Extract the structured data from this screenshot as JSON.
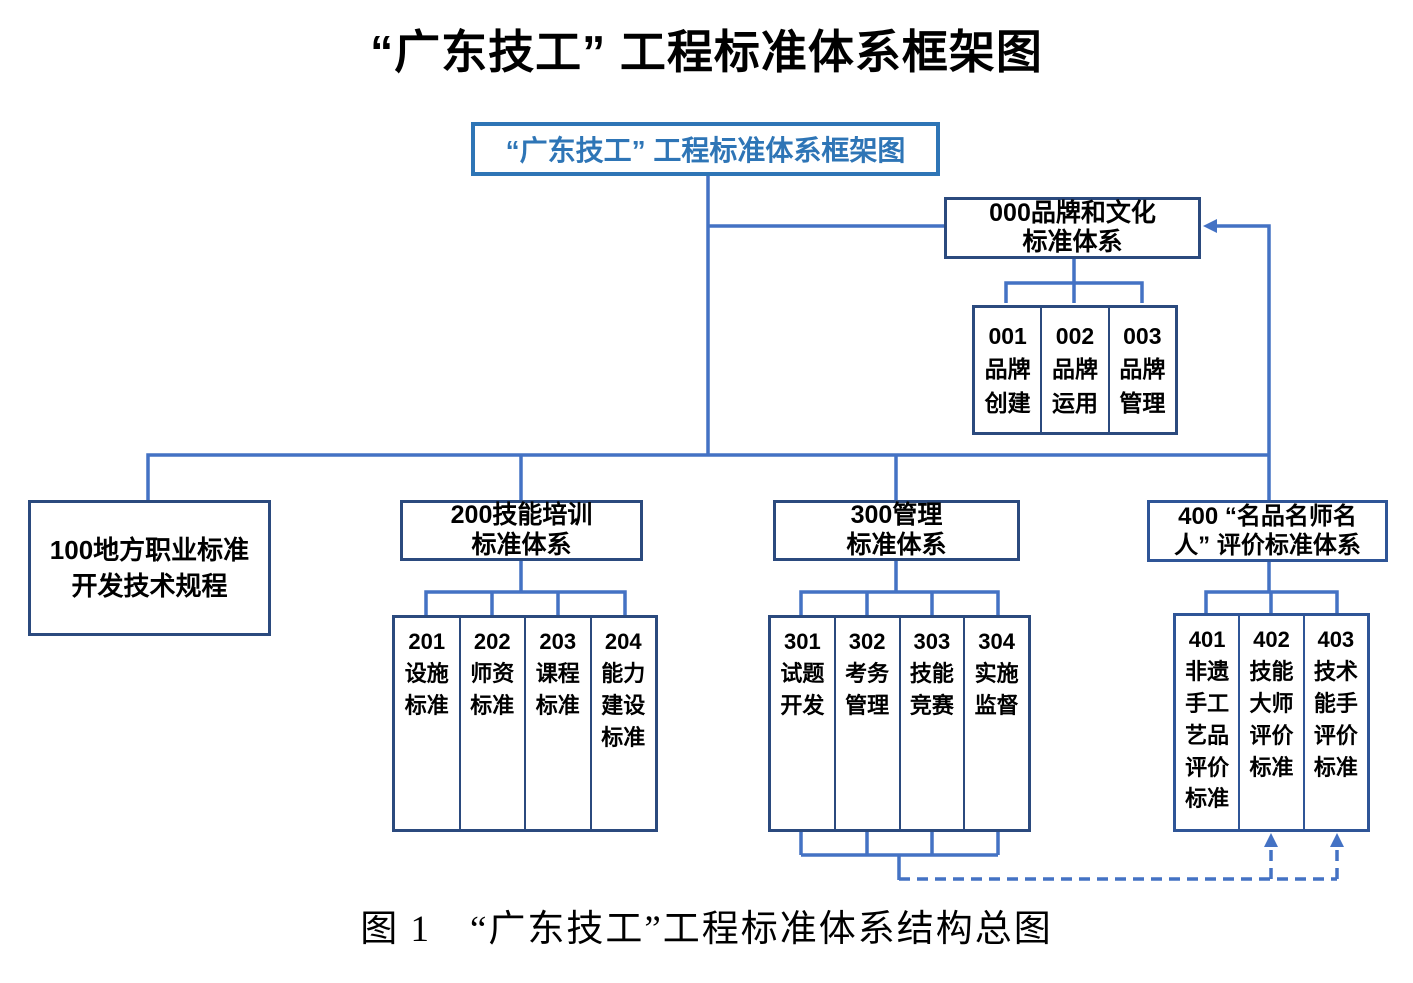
{
  "colors": {
    "connector": "#4472C4",
    "root-accent": "#2E75B6",
    "box-dark": "#2B4A7E",
    "box-mid": "#2F5597",
    "ink": "#000000",
    "paper": "#FFFFFF"
  },
  "title": "“广东技工” 工程标准体系框架图",
  "caption": "图 1　“广东技工”工程标准体系结构总图",
  "nodes": {
    "root": {
      "label": "“广东技工” 工程标准体系框架图"
    },
    "s000": {
      "label": [
        "000品牌和文化",
        "标准体系"
      ],
      "children": [
        [
          "001",
          "品牌",
          "创建"
        ],
        [
          "002",
          "品牌",
          "运用"
        ],
        [
          "003",
          "品牌",
          "管理"
        ]
      ]
    },
    "s100": {
      "label": [
        "100地方职业标准",
        "开发技术规程"
      ]
    },
    "s200": {
      "label": [
        "200技能培训",
        "标准体系"
      ],
      "children": [
        [
          "201",
          "设施",
          "标准"
        ],
        [
          "202",
          "师资",
          "标准"
        ],
        [
          "203",
          "课程",
          "标准"
        ],
        [
          "204",
          "能力",
          "建设",
          "标准"
        ]
      ]
    },
    "s300": {
      "label": [
        "300管理",
        "标准体系"
      ],
      "children": [
        [
          "301",
          "试题",
          "开发"
        ],
        [
          "302",
          "考务",
          "管理"
        ],
        [
          "303",
          "技能",
          "竞赛"
        ],
        [
          "304",
          "实施",
          "监督"
        ]
      ]
    },
    "s400": {
      "label": [
        "400 “名品名师名",
        "人” 评价标准体系"
      ],
      "children": [
        [
          "401",
          "非遗",
          "手工",
          "艺品",
          "评价",
          "标准"
        ],
        [
          "402",
          "技能",
          "大师",
          "评价",
          "标准"
        ],
        [
          "403",
          "技术",
          "能手",
          "评价",
          "标准"
        ]
      ]
    }
  }
}
